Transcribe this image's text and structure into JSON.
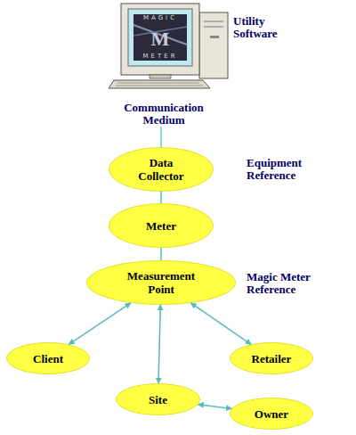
{
  "diagram": {
    "nodes": [
      {
        "text": [
          "Data Collector"
        ]
      },
      {
        "text": [
          "Meter"
        ]
      },
      {
        "text": [
          "Measurement Point"
        ]
      },
      {
        "text": [
          "Client"
        ]
      },
      {
        "text": [
          "Retailer"
        ]
      },
      {
        "text": [
          "Site"
        ]
      },
      {
        "text": [
          "Owner"
        ]
      }
    ],
    "edges": [
      {
        "from": 0,
        "to": 1,
        "arrow": "none"
      },
      {
        "from": 1,
        "to": 2,
        "arrow": "none"
      },
      {
        "from": 2,
        "to": 3,
        "arrow": "both"
      },
      {
        "from": 2,
        "to": 4,
        "arrow": "both"
      },
      {
        "from": 2,
        "to": 5,
        "arrow": "both"
      },
      {
        "from": 5,
        "to": 6,
        "arrow": "both"
      }
    ],
    "labels": [
      "MAGIC",
      "METER",
      "M",
      "Utility Software",
      "Communication Medium",
      "Equipment Reference",
      "Magic Meter Reference"
    ]
  }
}
